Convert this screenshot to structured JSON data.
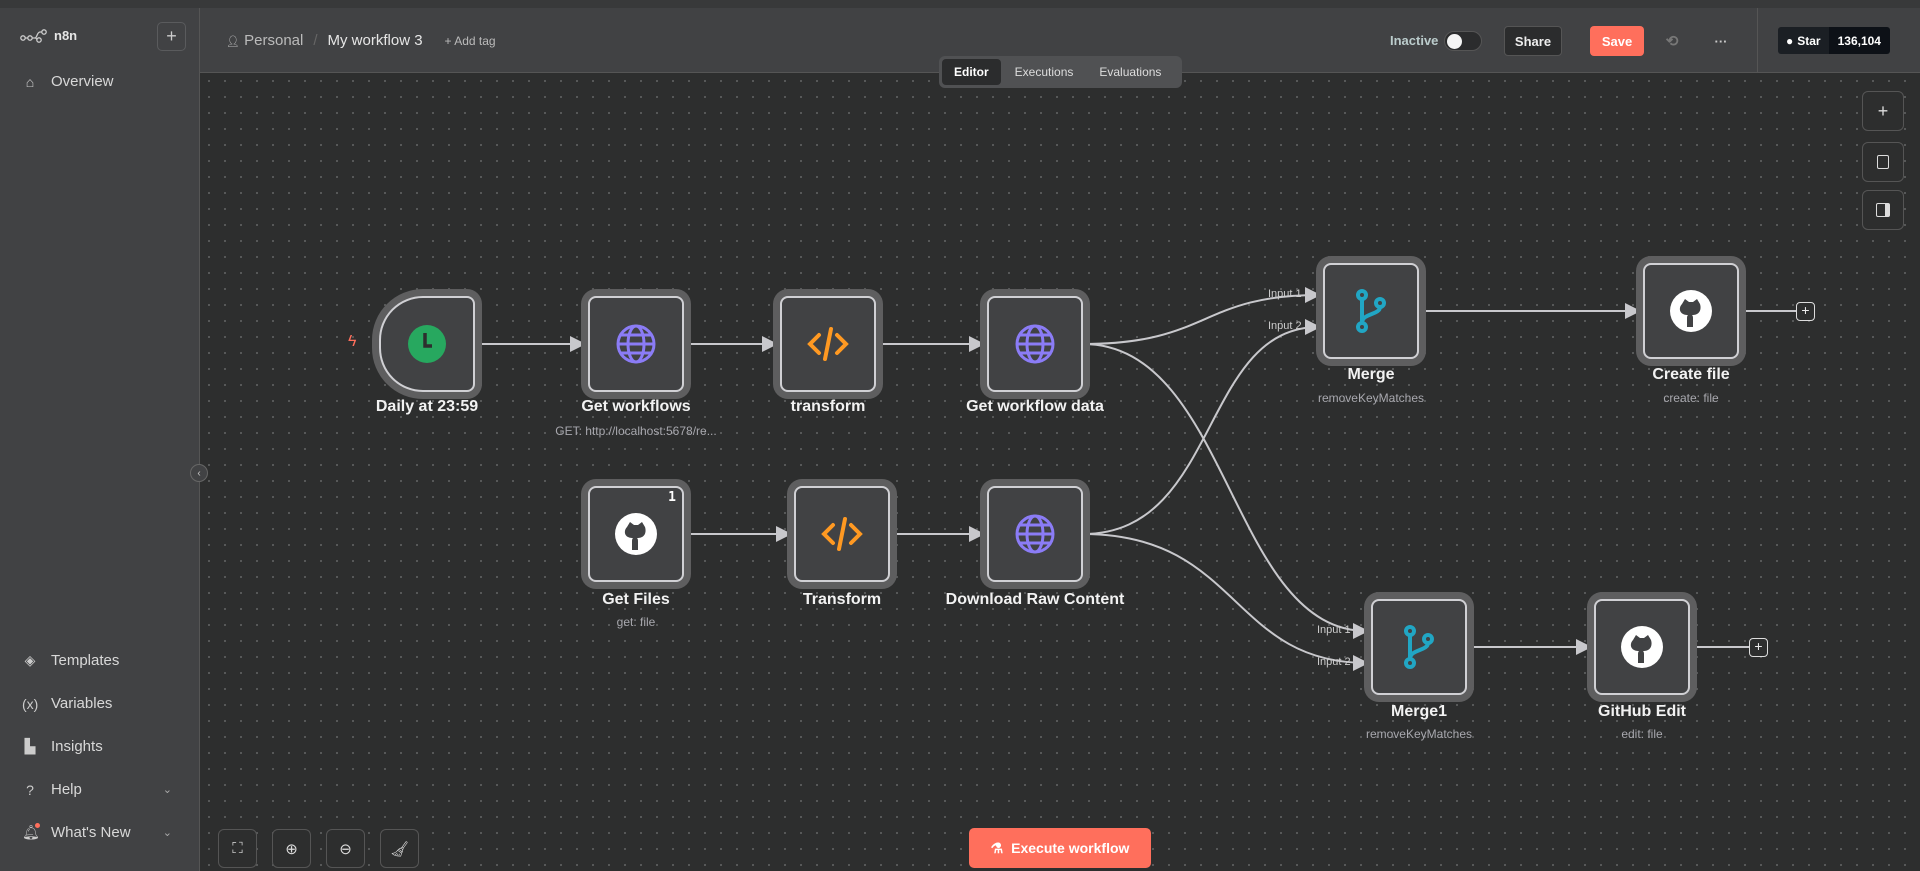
{
  "app": {
    "name": "n8n"
  },
  "sidebar": {
    "items": [
      {
        "label": "Overview",
        "icon": "home-icon"
      },
      {
        "label": "Templates",
        "icon": "box-icon"
      },
      {
        "label": "Variables",
        "icon": "variables-icon"
      },
      {
        "label": "Insights",
        "icon": "chart-icon"
      },
      {
        "label": "Help",
        "icon": "help-icon"
      },
      {
        "label": "What's New",
        "icon": "bell-icon"
      }
    ]
  },
  "header": {
    "project": "Personal",
    "workflow": "My workflow 3",
    "add_tag": "+ Add tag",
    "status": "Inactive",
    "share": "Share",
    "save": "Save",
    "star": "Star",
    "star_count": "136,104"
  },
  "tabs": [
    "Editor",
    "Executions",
    "Evaluations"
  ],
  "nodes": {
    "daily": {
      "name": "Daily at 23:59"
    },
    "get_workflows": {
      "name": "Get workflows",
      "sub": "GET: http://localhost:5678/re..."
    },
    "transform": {
      "name": "transform"
    },
    "get_workflow_data": {
      "name": "Get workflow data"
    },
    "merge": {
      "name": "Merge",
      "sub": "removeKeyMatches",
      "in1": "Input 1",
      "in2": "Input 2"
    },
    "create_file": {
      "name": "Create file",
      "sub": "create: file"
    },
    "get_files": {
      "name": "Get Files",
      "sub": "get: file",
      "badge": "1"
    },
    "transform2": {
      "name": "Transform"
    },
    "download": {
      "name": "Download Raw Content"
    },
    "merge1": {
      "name": "Merge1",
      "sub": "removeKeyMatches",
      "in1": "Input 1",
      "in2": "Input 2"
    },
    "github_edit": {
      "name": "GitHub Edit",
      "sub": "edit: file"
    }
  },
  "execute": "Execute workflow",
  "colors": {
    "accent": "#ff6f5c",
    "globe": "#8b7cf6",
    "code": "#ff9922",
    "merge": "#21a6c4",
    "clock": "#27a85f"
  }
}
